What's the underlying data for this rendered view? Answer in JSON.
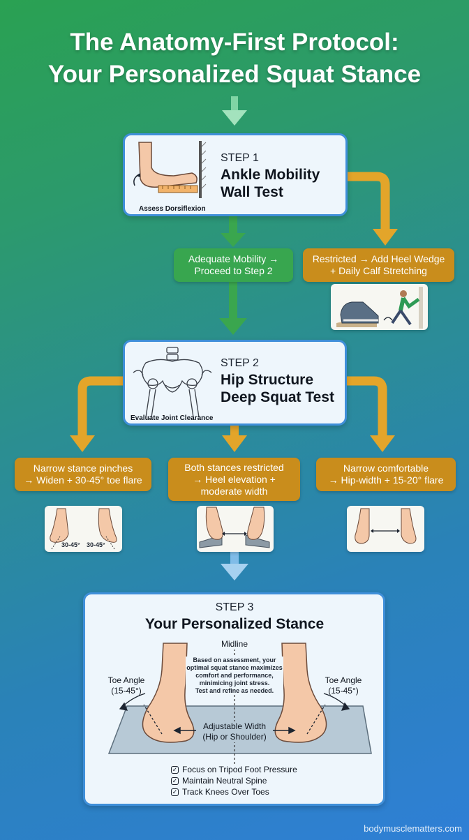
{
  "title": {
    "line1": "The Anatomy-First Protocol:",
    "line2": "Your Personalized Squat Stance"
  },
  "step1": {
    "label": "STEP 1",
    "title_line1": "Ankle Mobility",
    "title_line2": "Wall Test",
    "caption": "Assess Dorsiflexion"
  },
  "step1_outcomes": {
    "adequate_line1": "Adequate Mobility →",
    "adequate_line2": "Proceed to Step 2",
    "restricted_line1": "Restricted → Add Heel Wedge",
    "restricted_line2": "+ Daily Calf Stretching"
  },
  "step2": {
    "label": "STEP 2",
    "title_line1": "Hip Structure",
    "title_line2": "Deep Squat Test",
    "caption": "Evaluate Joint Clearance"
  },
  "step2_outcomes": {
    "left_line1": "Narrow stance pinches",
    "left_line2": "→ Widen + 30-45° toe flare",
    "middle_line1": "Both stances restricted",
    "middle_line2": "→ Heel elevation +",
    "middle_line3": "moderate width",
    "right_line1": "Narrow comfortable",
    "right_line2": "→ Hip-width + 15-20° flare",
    "left_angle_a": "30-45°",
    "left_angle_b": "30-45°"
  },
  "step3": {
    "label": "STEP 3",
    "title": "Your Personalized Stance",
    "midline": "Midline",
    "description_lines": [
      "Based on assessment, your",
      "optimal squat stance maximizes",
      "comfort and performance,",
      "minimicing joint stress.",
      "Test and refine as needed."
    ],
    "toe_angle_left_1": "Toe Angle",
    "toe_angle_left_2": "(15-45°)",
    "toe_angle_right_1": "Toe Angle",
    "toe_angle_right_2": "(15-45°)",
    "width_line1": "Adjustable Width",
    "width_line2": "(Hip or Shoulder)",
    "checklist": [
      "Focus on Tripod Foot Pressure",
      "Maintain Neutral Spine",
      "Track Knees Over Toes"
    ]
  },
  "footer": "bodymusclematters.com",
  "colors": {
    "green_pill": "#38a64f",
    "orange_pill": "#c98d1c",
    "card_border": "#3f8fd9",
    "card_bg": "#eef6fc"
  }
}
